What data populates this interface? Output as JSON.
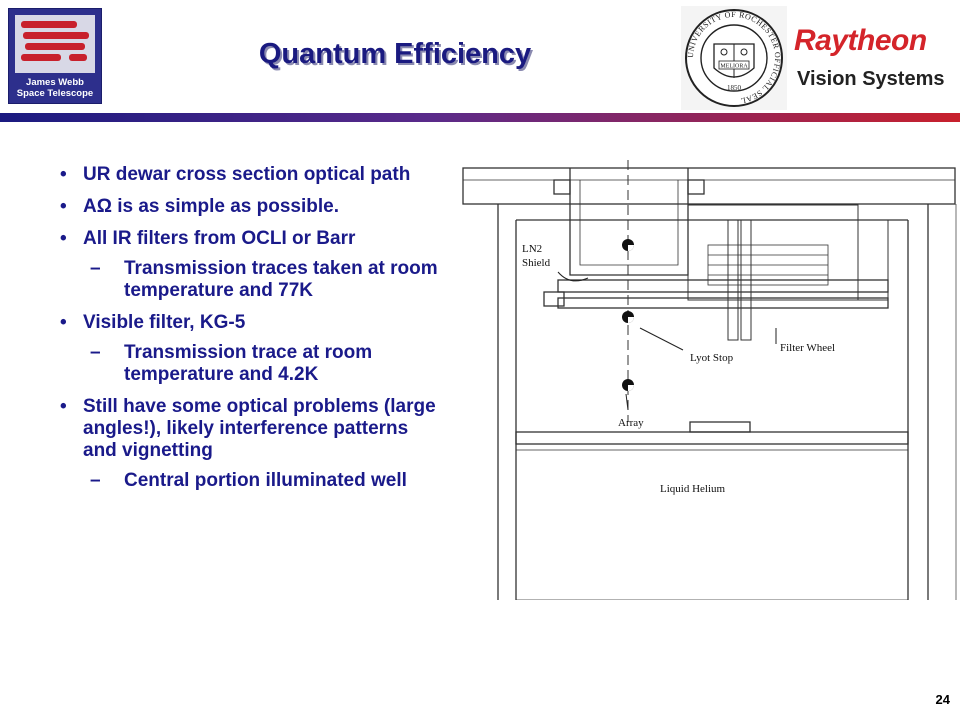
{
  "header": {
    "title": "Quantum Efficiency",
    "jwst_logo_text": [
      "James Webb",
      "Space Telescope"
    ],
    "raytheon": "Raytheon",
    "vision_systems": "Vision Systems",
    "seal_text": {
      "meliora": "MELIORA",
      "year": "1850",
      "name": "UNIVERSITY OF ROCHESTER OFFICIAL SEAL"
    }
  },
  "bullets": [
    {
      "level": 1,
      "text": "UR dewar cross section optical path"
    },
    {
      "level": 1,
      "text": "AΩ is as simple as possible."
    },
    {
      "level": 1,
      "text": "All IR filters from OCLI or Barr"
    },
    {
      "level": 2,
      "text": "Transmission traces taken at room temperature and 77K"
    },
    {
      "level": 1,
      "text": "Visible filter, KG-5"
    },
    {
      "level": 2,
      "text": "Transmission trace at room temperature and 4.2K"
    },
    {
      "level": 1,
      "text": "Still have some optical problems (large angles!), likely interference patterns and vignetting"
    },
    {
      "level": 2,
      "text": "Central portion illuminated well"
    }
  ],
  "diagram": {
    "labels": {
      "ln2": "LN2",
      "shield": "Shield",
      "lyot_stop": "Lyot Stop",
      "filter_wheel": "Filter Wheel",
      "array": "Array",
      "liquid_helium": "Liquid Helium"
    }
  },
  "footer": {
    "page_number": "24"
  },
  "colors": {
    "text_blue": "#1a1a8a",
    "brand_red": "#d4242a"
  }
}
